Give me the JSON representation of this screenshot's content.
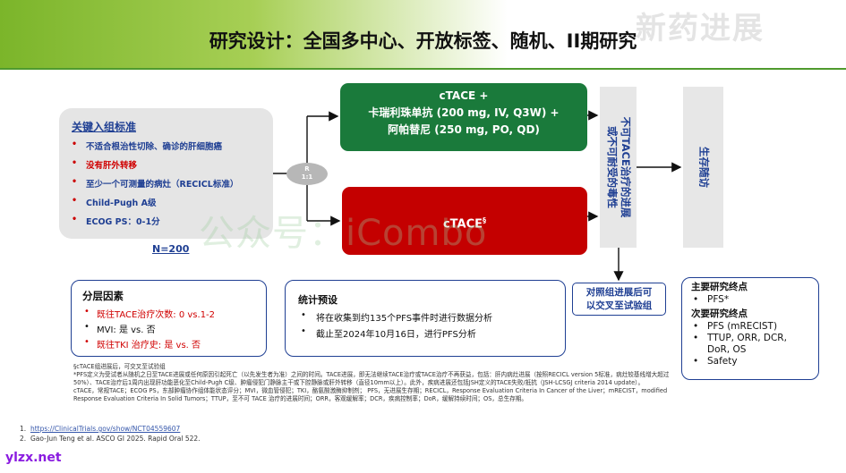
{
  "title": "研究设计：全国多中心、开放标签、随机、II期研究",
  "watermark_top": "新药进展",
  "criteria": {
    "title": "关键入组标准",
    "items": [
      {
        "text": "不适合根治性切除、确诊的肝细胞癌",
        "red": false
      },
      {
        "text": "没有肝外转移",
        "red": true
      },
      {
        "text": "至少一个可测量的病灶（RECICL标准）",
        "red": false
      },
      {
        "text": "Child-Pugh A级",
        "red": false
      },
      {
        "text": "ECOG PS：0-1分",
        "red": false
      }
    ]
  },
  "n_label": "N=200",
  "randomization": {
    "line1": "R",
    "line2": "1:1"
  },
  "arm1": {
    "line1": "cTACE +",
    "line2": "卡瑞利珠单抗 (200 mg, IV, Q3W) +",
    "line3": "阿帕替尼 (250 mg, PO, QD)"
  },
  "arm2": {
    "label": "cTACE",
    "sup": "§"
  },
  "progression_box": {
    "line1": "不可TACE治疗的进展",
    "line2": "或不可耐受的毒性"
  },
  "survival_box": "生存随访",
  "crossover": {
    "line1": "对照组进展后可",
    "line2": "以交叉至试验组"
  },
  "stratification": {
    "title": "分层因素",
    "items": [
      {
        "text": "既往TACE治疗次数: 0 vs.1-2",
        "red": true
      },
      {
        "text": "MVI: 是 vs. 否",
        "red": false
      },
      {
        "text": "既往TKI 治疗史: 是 vs. 否",
        "red": true
      }
    ]
  },
  "stats": {
    "title": "统计预设",
    "items": [
      "将在收集到约135个PFS事件时进行数据分析",
      "截止至2024年10月16日，进行PFS分析"
    ]
  },
  "endpoints": {
    "primary_title": "主要研究终点",
    "primary": [
      "PFS*"
    ],
    "secondary_title": "次要研究终点",
    "secondary": [
      "PFS (mRECIST)",
      "TTUP, ORR, DCR,",
      "DoR, OS",
      "Safety"
    ]
  },
  "footnotes": [
    "§cTACE组进展后，可交叉至试验组",
    "*PFS定义为受试者从随机之日至TACE进展或任何原因引起死亡（以先发生者为准）之间的时间。TACE进展，即无法继续TACE治疗或TACE治疗不再获益，包括：肝内病灶进展（按照RECICL version 5标准，病灶较基线增大超过50%）、TACE治疗后1周内出现肝功能恶化至Child-Pugh C级、肿瘤侵犯门静脉主干或下腔静脉或肝外转移（直径10mm以上）。此外，疾病进展还包括JSH定义的TACE失败/抵抗（JSH-LCSGJ criteria 2014 update）。",
    "cTACE，常规TACE；ECOG PS，东部肿瘤协作组体能状态评分；MVI，微血管侵犯；TKI，酪氨酸激酶抑制剂； PFS，无进展生存期；RECICL，Response Evaluation Criteria In Cancer of the Liver；mRECIST，modified Response Evaluation Criteria In Solid Tumors；TTUP，至不可 TACE 治疗的进展时间；ORR，客观缓解率；DCR，疾病控制率；DoR，缓解持续时间；OS，总生存期。"
  ],
  "references": [
    {
      "num": "1.",
      "text": "https://ClinicalTrials.gov/show/NCT04559607"
    },
    {
      "num": "2.",
      "text": "Gao-Jun Teng et al. ASCO GI 2025. Rapid Oral 522."
    }
  ],
  "watermark": "公众号：iCombo",
  "site": "ylzx.net",
  "colors": {
    "green": "#1a7a3b",
    "red": "#c40000",
    "navy": "#1f3f93",
    "gray": "#e5e5e5"
  }
}
